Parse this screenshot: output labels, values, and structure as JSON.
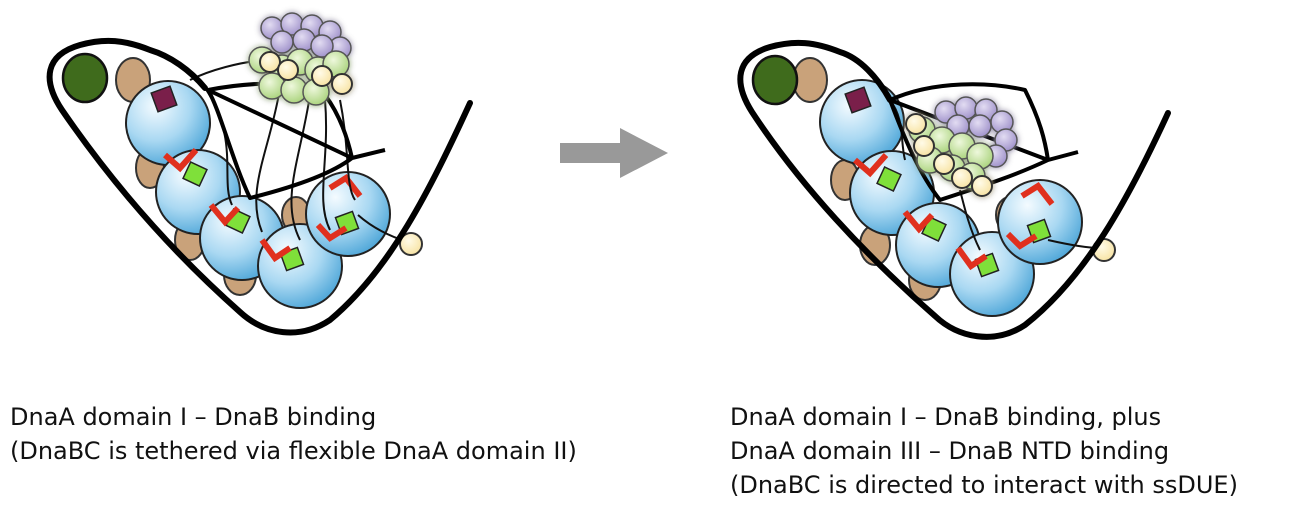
{
  "captions": {
    "left": [
      "DnaA domain I – DnaB binding",
      "(DnaBC is tethered via flexible DnaA domain II)"
    ],
    "right": [
      "DnaA domain I – DnaB binding, plus",
      "DnaA domain III – DnaB NTD binding",
      "(DnaBC is directed to interact with ssDUE)"
    ]
  },
  "colors": {
    "dna_strand": "#000000",
    "domain_ii_linker": "#c9a27a",
    "dnaA_sphere_light": "#e8f6ff",
    "dnaA_sphere_dark": "#4ea6d8",
    "dnaA_domain_i": "#3f6b1c",
    "dnaA_domain_i_square": "#7a1f4a",
    "chevron": "#e0301e",
    "aaa_diamond": "#7fe03a",
    "dnaB_purple": "#a99bd0",
    "dnaB_green": "#c6e39a",
    "dnaB_ntd": "#fff1b8",
    "arrow": "#999999"
  },
  "icons": {
    "transition_arrow": "right-arrow-icon"
  }
}
